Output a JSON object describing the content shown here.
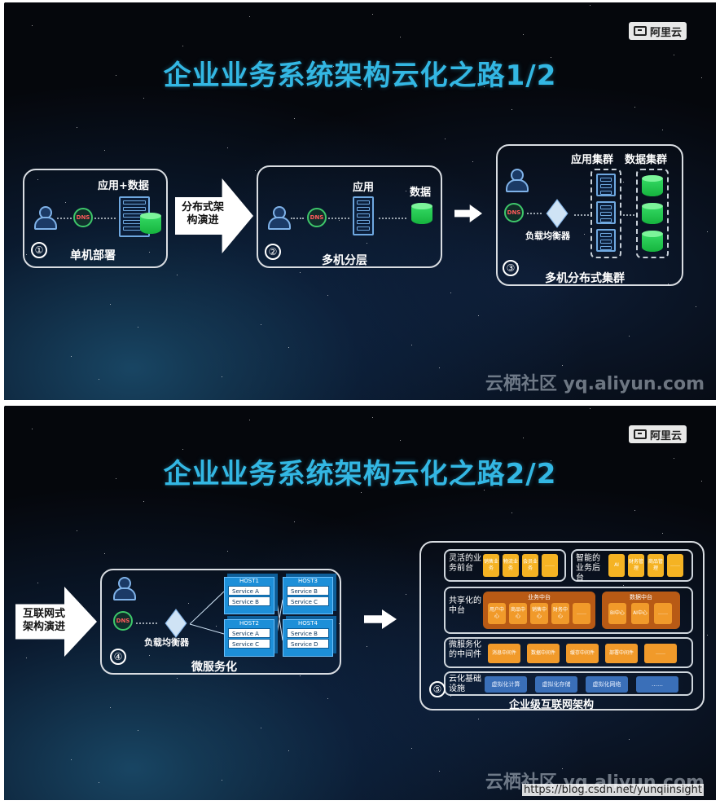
{
  "brand": "阿里云",
  "watermark": "云栖社区 yq.aliyun.com",
  "url_watermark": "https://blog.csdn.net/yunqiinsight",
  "slide1": {
    "title": "企业业务系统架构云化之路1/2",
    "arrow_text": "分布式架构演进",
    "stage1": {
      "num": "①",
      "label": "单机部署",
      "top_label": "应用+数据",
      "dns": "DNS"
    },
    "stage2": {
      "num": "②",
      "label": "多机分层",
      "app_label": "应用",
      "data_label": "数据",
      "dns": "DNS"
    },
    "stage3": {
      "num": "③",
      "label": "多机分布式集群",
      "app_cluster": "应用集群",
      "data_cluster": "数据集群",
      "lb_label": "负载均衡器",
      "dns": "DNS"
    }
  },
  "slide2": {
    "title": "企业业务系统架构云化之路2/2",
    "arrow_text": "互联网式架构演进",
    "stage4": {
      "num": "④",
      "label": "微服务化",
      "lb_label": "负载均衡器",
      "dns": "DNS",
      "hosts": [
        {
          "name": "HOST1",
          "services": [
            "Service A",
            "Service B"
          ]
        },
        {
          "name": "HOST3",
          "services": [
            "Service B",
            "Service C"
          ]
        },
        {
          "name": "HOST2",
          "services": [
            "Service A",
            "Service C"
          ]
        },
        {
          "name": "HOST4",
          "services": [
            "Service B",
            "Service D"
          ]
        }
      ]
    },
    "stage5": {
      "num": "⑤",
      "label": "企业级互联网架构",
      "front_label": "灵活的业务前台",
      "front_items": [
        "销售业务",
        "物流业务",
        "会员业务",
        "……"
      ],
      "back_label": "智能的业务后台",
      "back_items": [
        "AI",
        "财务管理",
        "商品管理",
        "……"
      ],
      "shared_label": "共享化的中台",
      "biz_center": "业务中台",
      "biz_items": [
        "用户中心",
        "商品中心",
        "销售中心",
        "财务中心",
        "……"
      ],
      "data_center": "数据中台",
      "data_items": [
        "BI中心",
        "AI中心",
        "……"
      ],
      "mw_label": "微服务化的中间件",
      "mw_items": [
        "消息中间件",
        "数据中间件",
        "缓存中间件",
        "部署中间件",
        "……"
      ],
      "infra_label": "云化基础设施",
      "infra_items": [
        "虚拟化计算",
        "虚拟化存储",
        "虚拟化网络",
        "……"
      ]
    }
  },
  "colors": {
    "title": "#33b7e3",
    "orange": "#f19a2a",
    "blue": "#3a6fb8",
    "green": "#29d05a"
  }
}
